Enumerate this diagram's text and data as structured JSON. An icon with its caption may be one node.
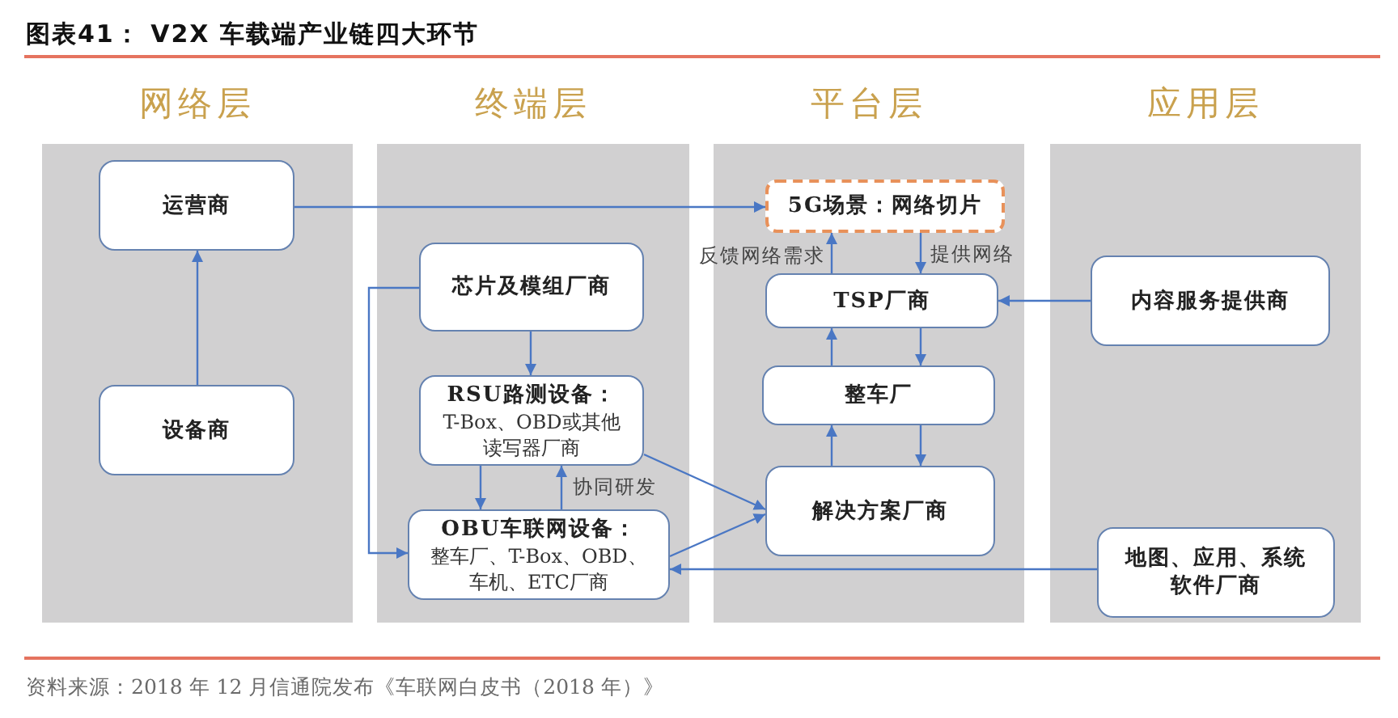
{
  "diagram": {
    "title": "图表41： V2X 车载端产业链四大环节",
    "caption": "资料来源：2018 年 12 月信通院发布《车联网白皮书（2018 年）》",
    "nodes": [
      {
        "text": [
          "网络层"
        ]
      },
      {
        "text": [
          "运营商"
        ],
        "in": 0
      },
      {
        "text": [
          "设备商"
        ],
        "in": 0
      },
      {
        "text": [
          "终端层"
        ]
      },
      {
        "text": [
          "芯片及模组厂商"
        ],
        "in": 3
      },
      {
        "text": [
          "RSU路测设备：",
          "T-Box、OBD或其他读写器厂商"
        ],
        "in": 3
      },
      {
        "text": [
          "OBU车联网设备：",
          "整车厂、T-Box、OBD、车机、ETC厂商"
        ],
        "in": 3
      },
      {
        "text": [
          "平台层"
        ]
      },
      {
        "text": [
          "5G场景：网络切片"
        ],
        "in": 7
      },
      {
        "text": [
          "TSP厂商"
        ],
        "in": 7
      },
      {
        "text": [
          "整车厂"
        ],
        "in": 7
      },
      {
        "text": [
          "解决方案厂商"
        ],
        "in": 7
      },
      {
        "text": [
          "应用层"
        ]
      },
      {
        "text": [
          "内容服务提供商"
        ],
        "in": 12
      },
      {
        "text": [
          "地图、应用、系统软件厂商"
        ],
        "in": 12
      }
    ],
    "edges": [
      {
        "from": 2,
        "to": 1,
        "arrow": "to"
      },
      {
        "from": 1,
        "to": 8,
        "arrow": "to"
      },
      {
        "from": 9,
        "to": 8,
        "arrow": "to",
        "label": "反馈网络需求"
      },
      {
        "from": 8,
        "to": 9,
        "arrow": "to",
        "label": "提供网络"
      },
      {
        "from": 13,
        "to": 9,
        "arrow": "to"
      },
      {
        "from": 9,
        "to": 10,
        "arrow": "to"
      },
      {
        "from": 10,
        "to": 9,
        "arrow": "to"
      },
      {
        "from": 10,
        "to": 11,
        "arrow": "to"
      },
      {
        "from": 11,
        "to": 10,
        "arrow": "to"
      },
      {
        "from": 4,
        "to": 5,
        "arrow": "to"
      },
      {
        "from": 4,
        "to": 6,
        "arrow": "to"
      },
      {
        "from": 5,
        "to": 6,
        "arrow": "to"
      },
      {
        "from": 6,
        "to": 5,
        "arrow": "to",
        "label": "协同研发"
      },
      {
        "from": 5,
        "to": 11,
        "arrow": "to"
      },
      {
        "from": 6,
        "to": 11,
        "arrow": "to"
      },
      {
        "from": 14,
        "to": 6,
        "arrow": "to"
      }
    ]
  }
}
